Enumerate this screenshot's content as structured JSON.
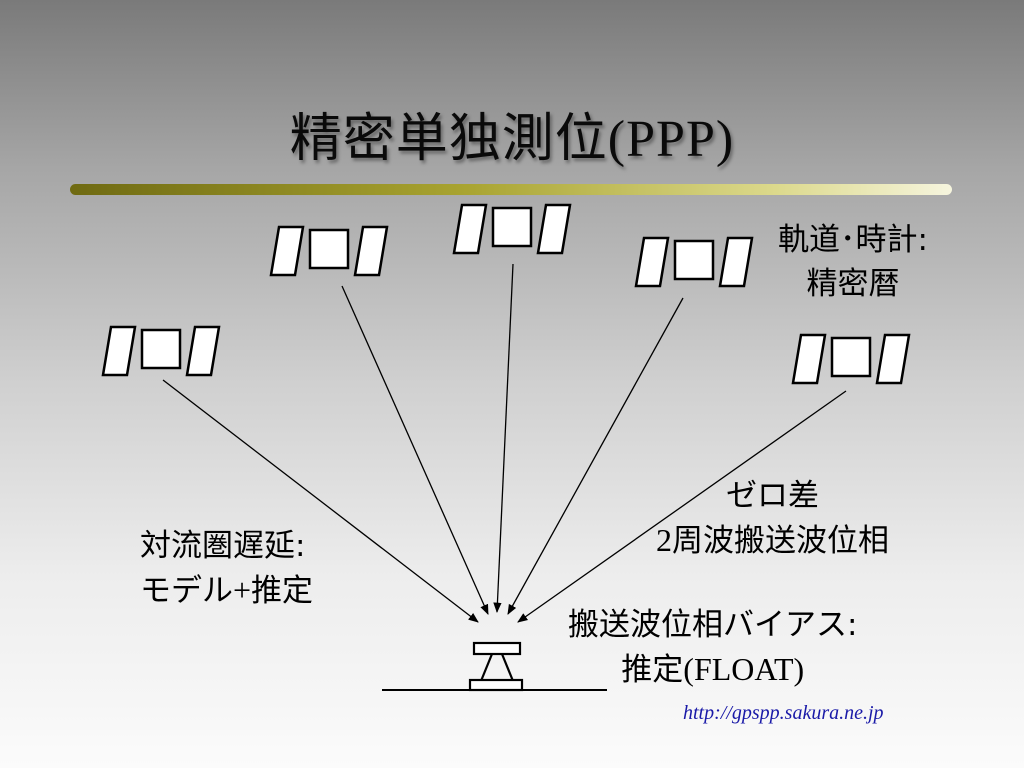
{
  "slide": {
    "title_jp": "精密単独測位",
    "title_latin": "(PPP)"
  },
  "labels": {
    "orbit_line1": "軌道･時計:",
    "orbit_line2": "精密暦",
    "zero_diff_line1": "ゼロ差",
    "zero_diff_line2_num": "2",
    "zero_diff_line2_rest": "周波搬送波位相",
    "tropo_line1": "対流圏遅延:",
    "tropo_line2_a": "モデル",
    "tropo_line2_b": "+",
    "tropo_line2_c": "推定",
    "bias_line1": "搬送波位相バイアス:",
    "bias_line2_jp": "推定",
    "bias_line2_latin": "(FLOAT)"
  },
  "footer": {
    "url": "http://gpspp.sakura.ne.jp"
  },
  "icons": {
    "satellite": "satellite-icon",
    "receiver": "receiver-antenna-icon"
  }
}
